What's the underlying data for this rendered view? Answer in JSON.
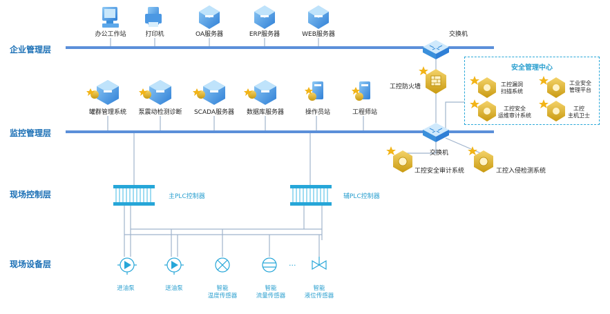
{
  "layers": {
    "enterprise": "企业管理层",
    "monitoring": "监控管理层",
    "field_control": "现场控制层",
    "field_device": "现场设备层"
  },
  "enterprise_devices": [
    "办公工作站",
    "打印机",
    "OA服务器",
    "ERP服务器",
    "WEB服务器"
  ],
  "monitoring_devices": [
    "罐群管理系统",
    "泵震动检测诊断",
    "SCADA服务器",
    "数据库服务器",
    "操作员站",
    "工程师站"
  ],
  "switch_top": "交换机",
  "switch_mid": "交换机",
  "firewall": "工控防火墙",
  "security_center": {
    "title": "安全管理中心",
    "items": [
      "工控漏洞\n扫描系统",
      "工业安全\n管理平台",
      "工控安全\n运维审计系统",
      "工控\n主机卫士"
    ]
  },
  "audit_system": "工控安全审计系统",
  "ids_system": "工控入侵检测系统",
  "plc_main": "主PLC控制器",
  "plc_aux": "辅PLC控制器",
  "field_devices": [
    "进油泵",
    "送油泵",
    "智能\n温度传感器",
    "智能\n流量传感器",
    "智能\n液位传感器"
  ],
  "field_ellipsis": "···",
  "colors": {
    "bus": "#5b8fd9",
    "line": "#9fb3cc",
    "accent": "#26a6d8",
    "layer_text": "#1a6fb5",
    "star": "#f2b418",
    "shield": "#e0b020"
  }
}
